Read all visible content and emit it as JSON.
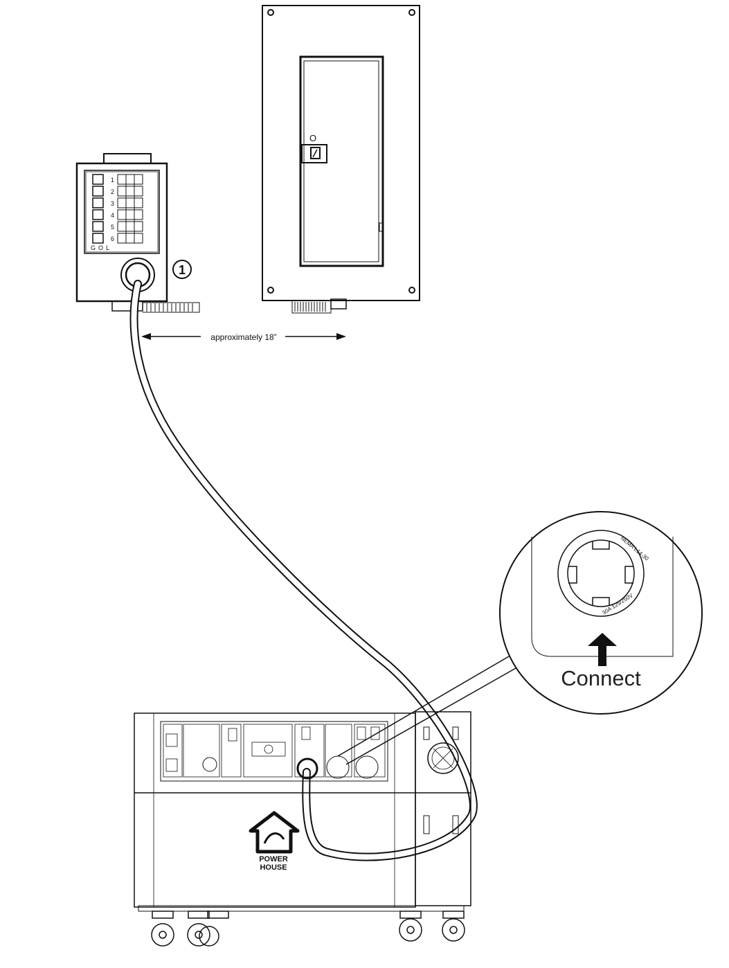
{
  "transfer_switch": {
    "circuits": [
      "1",
      "2",
      "3",
      "4",
      "5",
      "6"
    ],
    "legend_letters": [
      "G",
      "O",
      "L"
    ],
    "step_marker": "1"
  },
  "panel": {
    "breaker_label": "O"
  },
  "distance": {
    "label": "approximately 18”"
  },
  "callout": {
    "outlet_text": "NEMA L14-30",
    "rating_text": "30A 125/250V",
    "action_label": "Connect"
  },
  "generator": {
    "brand_line1": "POWER",
    "brand_line2": "HOUSE"
  }
}
